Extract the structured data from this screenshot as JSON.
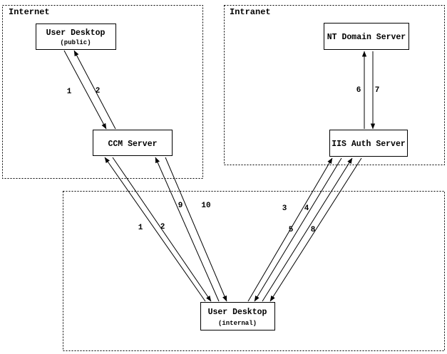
{
  "zones": {
    "internet": {
      "label": "Internet"
    },
    "intranet": {
      "label": "Intranet"
    }
  },
  "nodes": {
    "user_desktop_public": {
      "title": "User Desktop",
      "subtitle": "(public)"
    },
    "ccm_server": {
      "title": "CCM Server"
    },
    "nt_domain_server": {
      "title": "NT Domain Server"
    },
    "iis_auth_server": {
      "title": "IIS Auth Server"
    },
    "user_desktop_internal": {
      "title": "User Desktop",
      "subtitle": "(internal)"
    }
  },
  "edge_labels": {
    "public_ccm_1": "1",
    "public_ccm_2": "2",
    "iis_nt_6": "6",
    "iis_nt_7": "7",
    "internal_ccm_1": "1",
    "internal_ccm_2": "2",
    "internal_ccm_9": "9",
    "internal_ccm_10": "10",
    "internal_iis_3": "3",
    "internal_iis_4": "4",
    "internal_iis_5": "5",
    "internal_iis_8": "8"
  },
  "colors": {
    "line": "#000000",
    "background": "#ffffff"
  }
}
